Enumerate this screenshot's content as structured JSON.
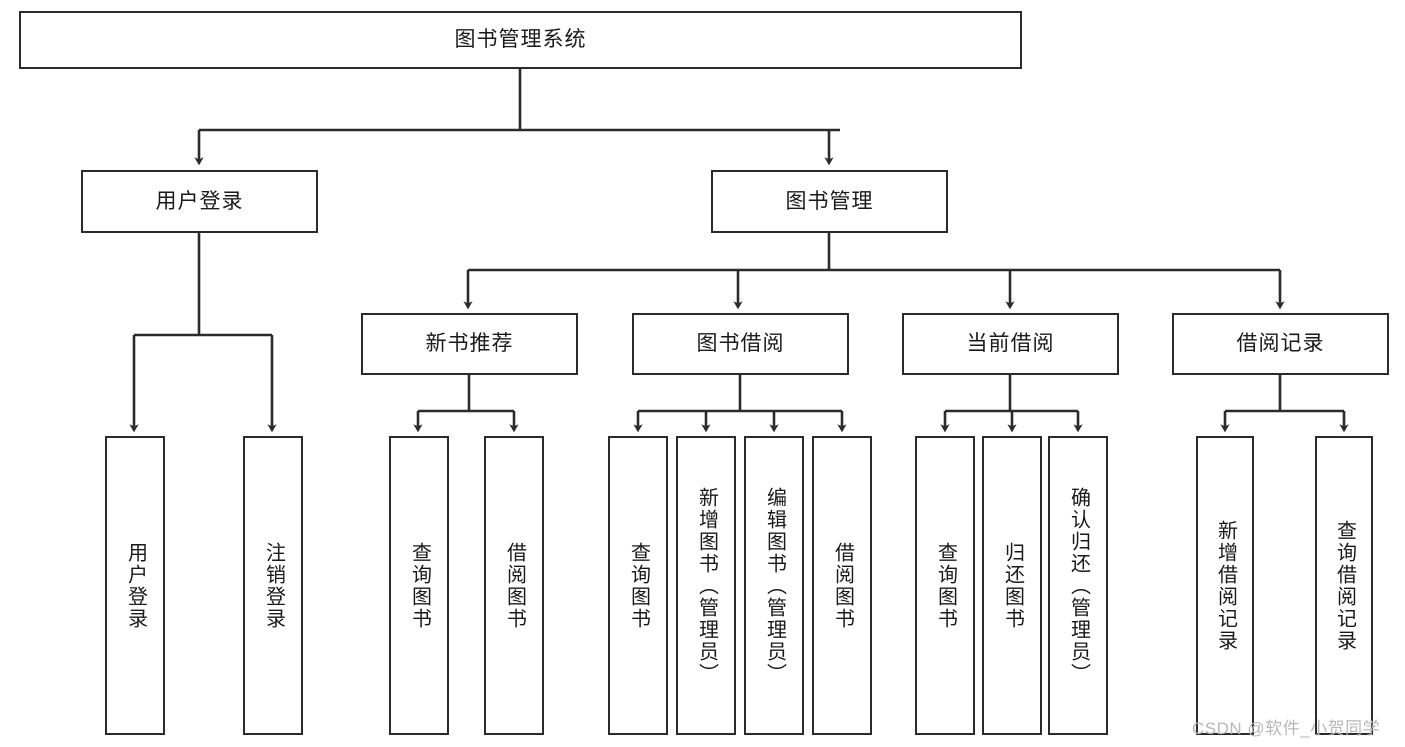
{
  "diagram": {
    "title": "图书管理系统",
    "type": "hierarchy-tree",
    "watermark": "CSDN @软件_小贺同学",
    "colors": {
      "stroke": "#2b2b2b",
      "fill": "#ffffff",
      "text": "#1a1a1a",
      "watermark": "#b8b8b8"
    },
    "levels": {
      "level1": [
        {
          "id": "root",
          "label": "图书管理系统"
        }
      ],
      "level2": [
        {
          "id": "user-login",
          "label": "用户登录"
        },
        {
          "id": "book-management",
          "label": "图书管理"
        }
      ],
      "level3": [
        {
          "id": "new-book-recommend",
          "label": "新书推荐"
        },
        {
          "id": "book-borrow",
          "label": "图书借阅"
        },
        {
          "id": "current-borrow",
          "label": "当前借阅"
        },
        {
          "id": "borrow-record",
          "label": "借阅记录"
        }
      ],
      "leaves": {
        "user_login": [
          {
            "id": "leaf-user-login",
            "label": "用户登录"
          },
          {
            "id": "leaf-logout-login",
            "label": "注销登录"
          }
        ],
        "new_book_recommend": [
          {
            "id": "leaf-query-book-1",
            "label": "查询图书"
          },
          {
            "id": "leaf-borrow-book-1",
            "label": "借阅图书"
          }
        ],
        "book_borrow": [
          {
            "id": "leaf-query-book-2",
            "label": "查询图书"
          },
          {
            "id": "leaf-add-book",
            "label": "新增图书（管理员）"
          },
          {
            "id": "leaf-edit-book",
            "label": "编辑图书（管理员）"
          },
          {
            "id": "leaf-borrow-book-2",
            "label": "借阅图书"
          }
        ],
        "current_borrow": [
          {
            "id": "leaf-query-book-3",
            "label": "查询图书"
          },
          {
            "id": "leaf-return-book",
            "label": "归还图书"
          },
          {
            "id": "leaf-confirm-return",
            "label": "确认归还（管理员）"
          }
        ],
        "borrow_record": [
          {
            "id": "leaf-add-record",
            "label": "新增借阅记录"
          },
          {
            "id": "leaf-query-record",
            "label": "查询借阅记录"
          }
        ]
      }
    }
  }
}
